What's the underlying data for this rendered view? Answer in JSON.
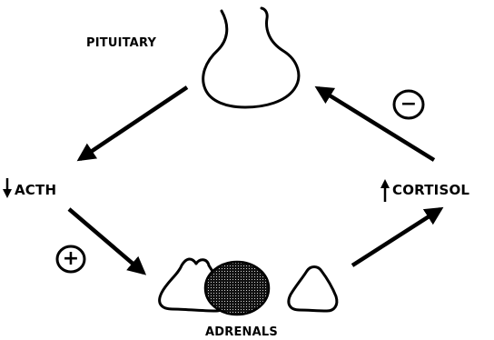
{
  "labels": {
    "pituitary": "PITUITARY",
    "acth": "ACTH",
    "cortisol": "CORTISOL",
    "adrenals": "ADRENALS"
  },
  "signs": {
    "inhibition": "−",
    "stimulation": "+"
  },
  "colors": {
    "ink": "#000000",
    "background": "#ffffff"
  }
}
